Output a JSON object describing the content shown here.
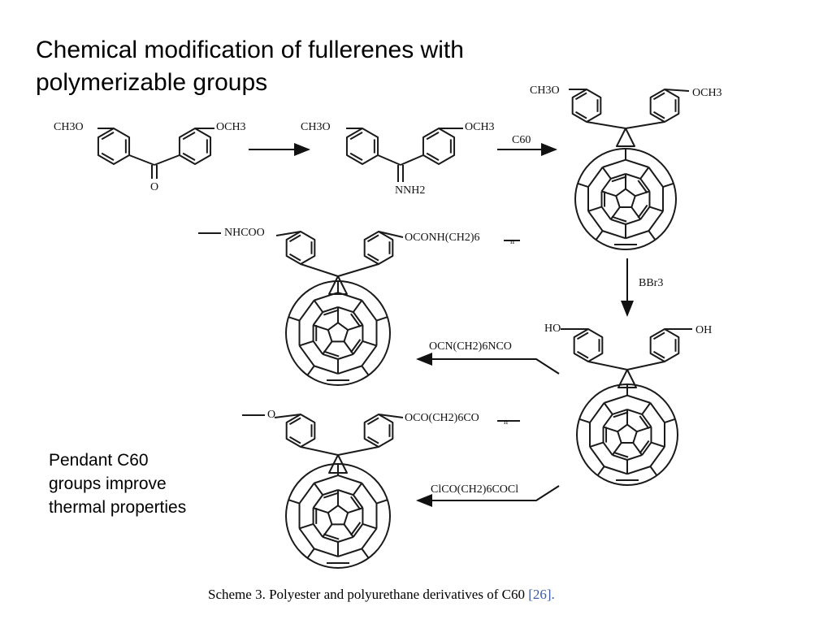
{
  "slide": {
    "title_line1": "Chemical modification of fullerenes with",
    "title_line2": "polymerizable groups",
    "note_lines": [
      "Pendant C60",
      "groups improve",
      "thermal properties"
    ]
  },
  "scheme": {
    "labels": {
      "r1_left": "CH3O",
      "r1_right": "OCH3",
      "r1_oxygen": "O",
      "r2_left": "CH3O",
      "r2_right": "OCH3",
      "r2_hydrazone": "NNH2",
      "r3_left": "CH3O",
      "r3_right": "OCH3",
      "r4_left": "HO",
      "r4_right": "OH",
      "r5_left": "NHCOO",
      "r5_right": "OCONH(CH2)6",
      "r5_n": "n",
      "r6_left": "O",
      "r6_right": "OCO(CH2)6CO",
      "r6_n": "n"
    },
    "reagents": {
      "c60": "C60",
      "bbr3": "BBr3",
      "diisocyanate": "OCN(CH2)6NCO",
      "diacid_chloride": "ClCO(CH2)6COCl"
    },
    "caption_text": "Scheme 3. Polyester and polyurethane derivatives of C60",
    "caption_ref": "[26]."
  }
}
